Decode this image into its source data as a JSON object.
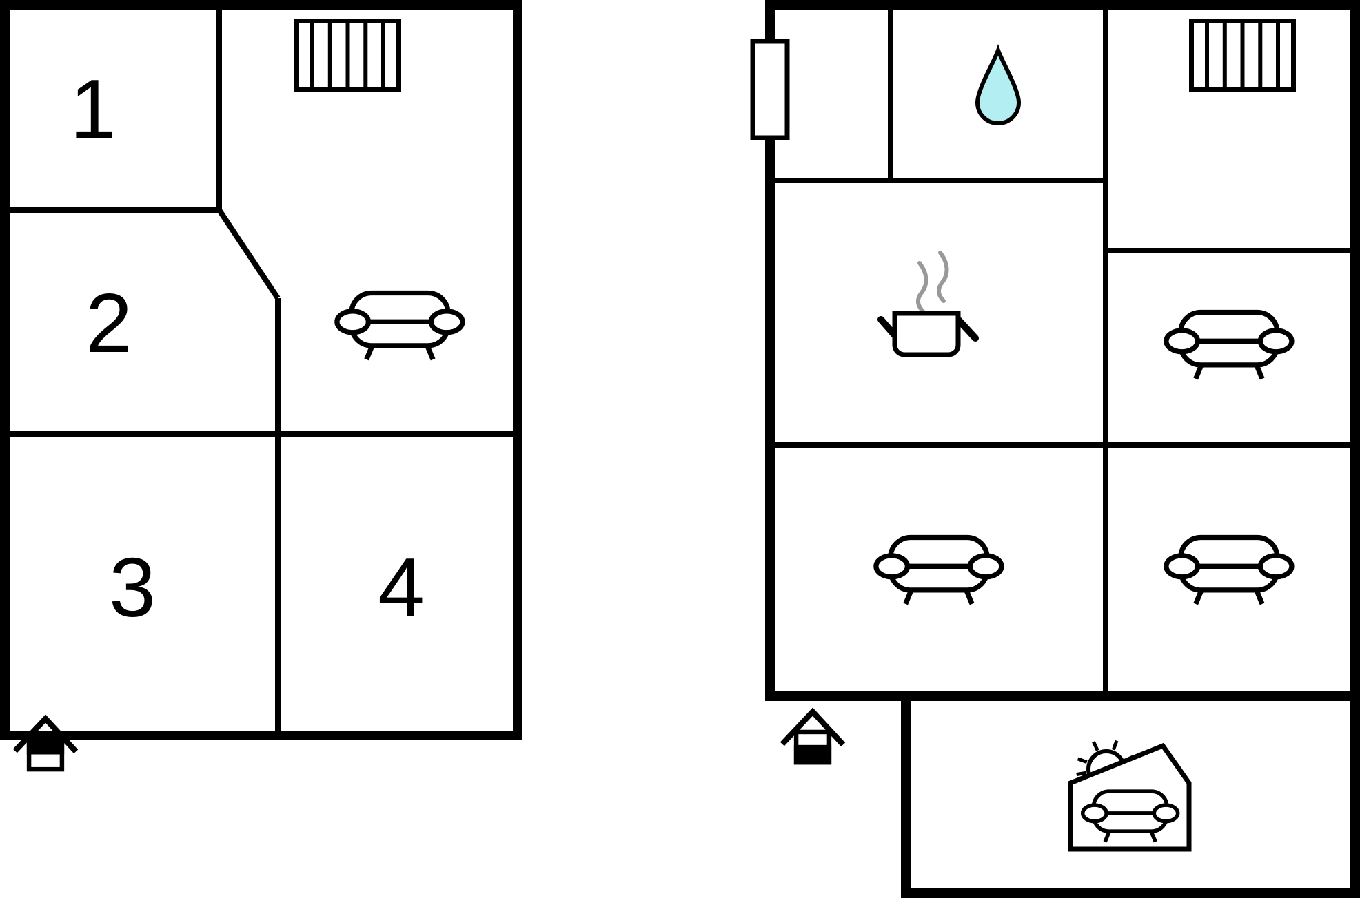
{
  "document": {
    "type": "floor-plan",
    "title": ""
  },
  "colors": {
    "wall": "#000000",
    "background": "#ffffff",
    "water_drop": "#b3eff2",
    "steam": "#999999"
  },
  "plans": {
    "upper": {
      "name": "left-floor-plan",
      "rooms": [
        {
          "label": "1"
        },
        {
          "label": "2"
        },
        {
          "label": "3"
        },
        {
          "label": "4"
        }
      ],
      "icons": [
        "radiator-icon",
        "sofa-icon",
        "entrance-house-icon"
      ]
    },
    "ground": {
      "name": "right-floor-plan",
      "rooms": [],
      "icons": [
        "window-icon",
        "water-drop-icon",
        "radiator-icon",
        "cooking-pot-icon",
        "sofa-icon",
        "sofa-icon",
        "sofa-icon",
        "entrance-house-icon",
        "terrace-sun-sofa-icon"
      ]
    }
  }
}
